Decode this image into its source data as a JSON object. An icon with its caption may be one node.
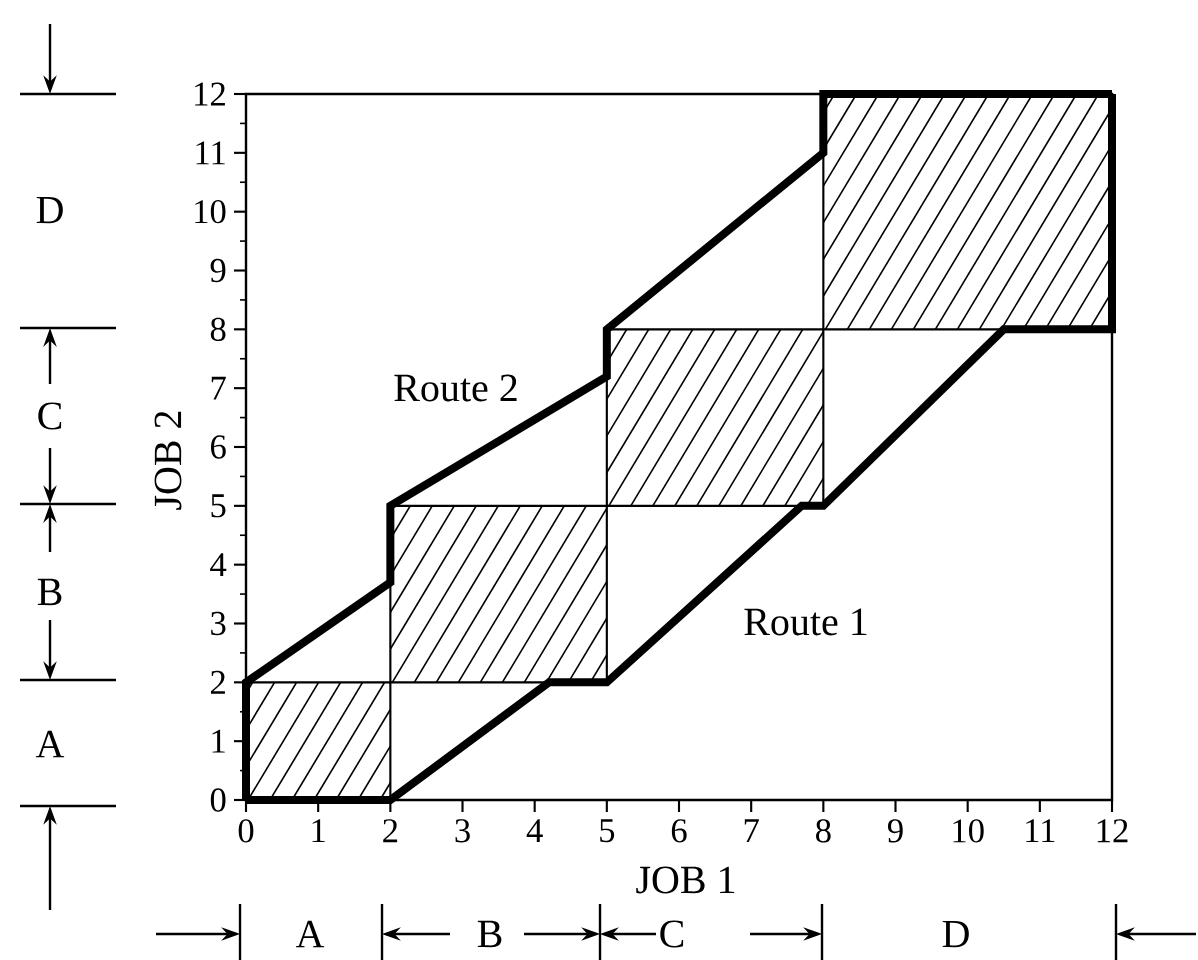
{
  "diagram": {
    "labels": [
      "D",
      "C",
      "B",
      "A",
      "12",
      "11",
      "10",
      "9",
      "8",
      "7",
      "6",
      "5",
      "4",
      "3",
      "2",
      "1",
      "0",
      "Route 2",
      "JOB 2",
      "Route 1",
      "0",
      "1",
      "2",
      "3",
      "4",
      "5",
      "6",
      "7",
      "8",
      "9",
      "10",
      "11",
      "12",
      "JOB 1",
      "A",
      "B",
      "C",
      "D"
    ]
  }
}
